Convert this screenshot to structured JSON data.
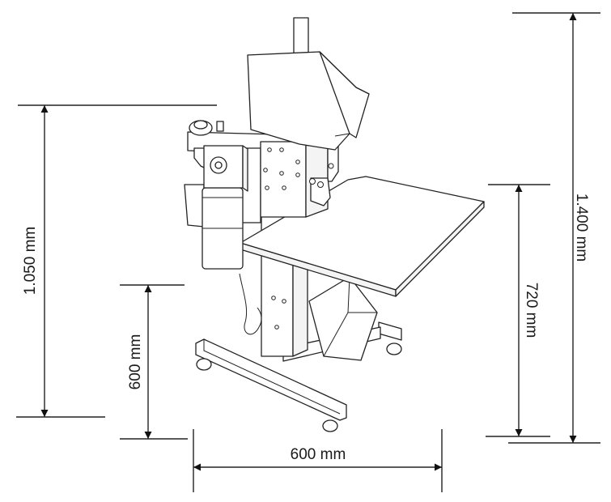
{
  "dimensions": {
    "total_height": "1.400 mm",
    "arm_height": "1.050 mm",
    "table_height": "720 mm",
    "base_height": "600 mm",
    "base_width": "600 mm"
  }
}
